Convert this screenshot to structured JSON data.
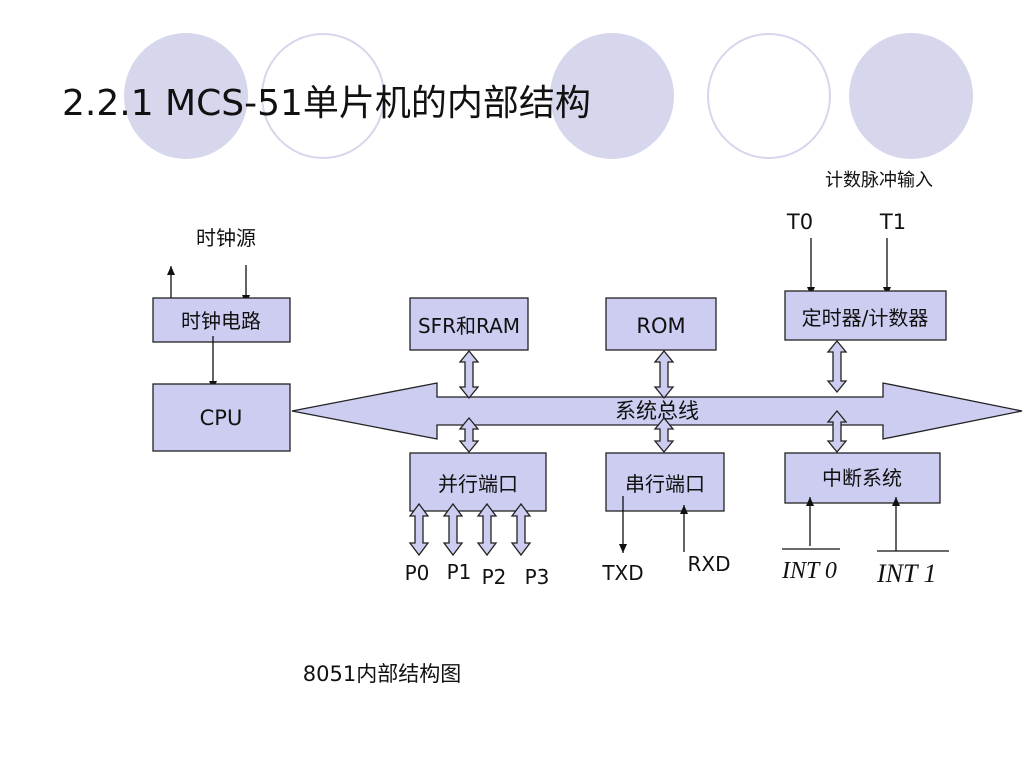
{
  "slide": {
    "title": "2.2.1 MCS-51单片机的内部结构",
    "caption": "8051内部结构图",
    "accent_color": "#cccdf1",
    "decor_color": "#d6d6ec"
  },
  "diagram": {
    "clock_source": "时钟源",
    "count_pulse_input": "计数脉冲输入",
    "blocks": {
      "clock_circuit": "时钟电路",
      "cpu": "CPU",
      "sfr_ram": "SFR和RAM",
      "rom": "ROM",
      "timer_counter": "定时器/计数器",
      "parallel_port": "并行端口",
      "serial_port": "串行端口",
      "interrupt_system": "中断系统"
    },
    "bus": "系统总线",
    "pins": {
      "t0": "T0",
      "t1": "T1",
      "p0": "P0",
      "p1": "P1",
      "p2": "P2",
      "p3": "P3",
      "txd": "TXD",
      "rxd": "RXD",
      "int0": "INT 0",
      "int1": "INT 1"
    }
  }
}
